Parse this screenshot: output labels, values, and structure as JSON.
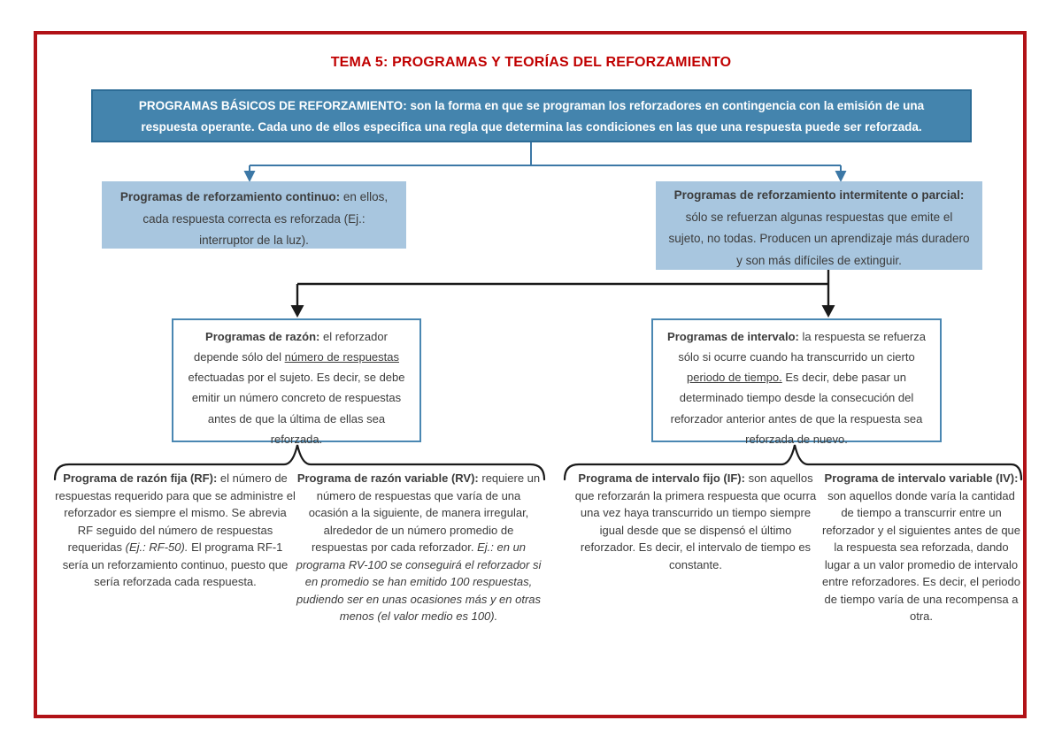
{
  "title": "TEMA 5: PROGRAMAS Y TEORÍAS DEL REFORZAMIENTO",
  "nodes": {
    "root": {
      "lead": "PROGRAMAS BÁSICOS DE REFORZAMIENTO:",
      "body": " son la forma en que se programan los reforzadores en contingencia con la emisión de una respuesta operante. Cada uno de ellos especifica una regla que determina las condiciones en las que una respuesta puede ser reforzada."
    },
    "continuo": {
      "lead": "Programas de reforzamiento continuo:",
      "body": " en ellos, cada respuesta correcta es reforzada (Ej.: interruptor de la luz)."
    },
    "intermitente": {
      "lead": "Programas de reforzamiento intermitente o parcial:",
      "body": " sólo se refuerzan algunas respuestas que emite el sujeto, no todas. Producen un aprendizaje más duradero y son más difíciles de extinguir."
    },
    "razon": {
      "lead": "Programas de razón:",
      "body_pre": " el reforzador depende sólo del ",
      "underlined": "número de respuestas",
      "body_post": " efectuadas por el sujeto. Es decir, se debe emitir un número concreto de respuestas antes de que la última de ellas sea reforzada."
    },
    "intervalo": {
      "lead": "Programas de intervalo:",
      "body_pre": " la respuesta se refuerza sólo si ocurre cuando ha transcurrido un cierto ",
      "underlined": "periodo de tiempo.",
      "body_post": " Es decir, debe pasar un determinado tiempo desde la consecución del reforzador anterior antes de que la respuesta sea reforzada de nuevo."
    },
    "razon_fija": {
      "lead": "Programa de razón fija (RF):",
      "body_pre": " el número de respuestas requerido para que se administre el reforzador es siempre el mismo. Se abrevia RF seguido del número de respuestas requeridas ",
      "italic": "(Ej.: RF-50).",
      "body_post": " El programa RF-1 sería un reforzamiento continuo, puesto que sería reforzada cada respuesta."
    },
    "razon_variable": {
      "lead": "Programa de razón variable (RV):",
      "body": " requiere un número de respuestas que varía de una ocasión a la siguiente, de manera irregular, alrededor de un número promedio de respuestas por cada reforzador. ",
      "italic": "Ej.: en un programa RV-100 se conseguirá el reforzador si en promedio se han emitido 100 respuestas, pudiendo ser en unas ocasiones más y en otras menos (el valor medio es 100)."
    },
    "intervalo_fijo": {
      "lead": "Programa de intervalo fijo (IF):",
      "body": " son aquellos que reforzarán la primera respuesta que ocurra una vez haya transcurrido un tiempo siempre igual desde que se dispensó el último reforzador. Es decir, el intervalo de tiempo es constante."
    },
    "intervalo_variable": {
      "lead": "Programa de intervalo variable (IV):",
      "body": " son aquellos donde varía la cantidad de tiempo a transcurrir entre un reforzador y el siguientes antes de que la respuesta sea reforzada, dando lugar a un valor promedio de intervalo entre reforzadores. Es decir, el periodo de tiempo varía de una recompensa a otra."
    }
  },
  "colors": {
    "frame_red": "#b11217",
    "title_red": "#c00000",
    "dark_blue_fill": "#4484ad",
    "dark_blue_border": "#2c6c96",
    "light_blue_fill": "#a8c6df",
    "outline_blue": "#4a87b2",
    "connector_blue": "#3c78a6",
    "connector_black": "#1a1a1a",
    "text_dark": "#404040"
  }
}
